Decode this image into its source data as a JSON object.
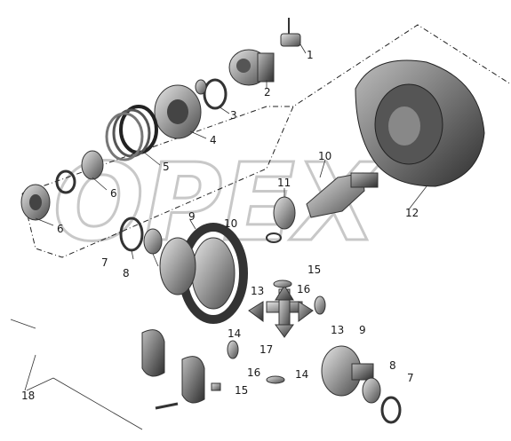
{
  "watermark": "OPEX",
  "callouts": [
    {
      "id": "c1",
      "text": "1"
    },
    {
      "id": "c2",
      "text": "2"
    },
    {
      "id": "c3",
      "text": "3"
    },
    {
      "id": "c4",
      "text": "4"
    },
    {
      "id": "c5",
      "text": "5"
    },
    {
      "id": "c6a",
      "text": "6"
    },
    {
      "id": "c6b",
      "text": "6"
    },
    {
      "id": "c7a",
      "text": "7"
    },
    {
      "id": "c8a",
      "text": "8"
    },
    {
      "id": "c9a",
      "text": "9"
    },
    {
      "id": "c10a",
      "text": "10"
    },
    {
      "id": "c10b",
      "text": "10"
    },
    {
      "id": "c11",
      "text": "11"
    },
    {
      "id": "c12",
      "text": "12"
    },
    {
      "id": "c13a",
      "text": "13"
    },
    {
      "id": "c13b",
      "text": "13"
    },
    {
      "id": "c14a",
      "text": "14"
    },
    {
      "id": "c14b",
      "text": "14"
    },
    {
      "id": "c15a",
      "text": "15"
    },
    {
      "id": "c15b",
      "text": "15"
    },
    {
      "id": "c16a",
      "text": "16"
    },
    {
      "id": "c16b",
      "text": "16"
    },
    {
      "id": "c17",
      "text": "17"
    },
    {
      "id": "c9b",
      "text": "9"
    },
    {
      "id": "c8b",
      "text": "8"
    },
    {
      "id": "c7b",
      "text": "7"
    },
    {
      "id": "c18",
      "text": "18"
    }
  ]
}
